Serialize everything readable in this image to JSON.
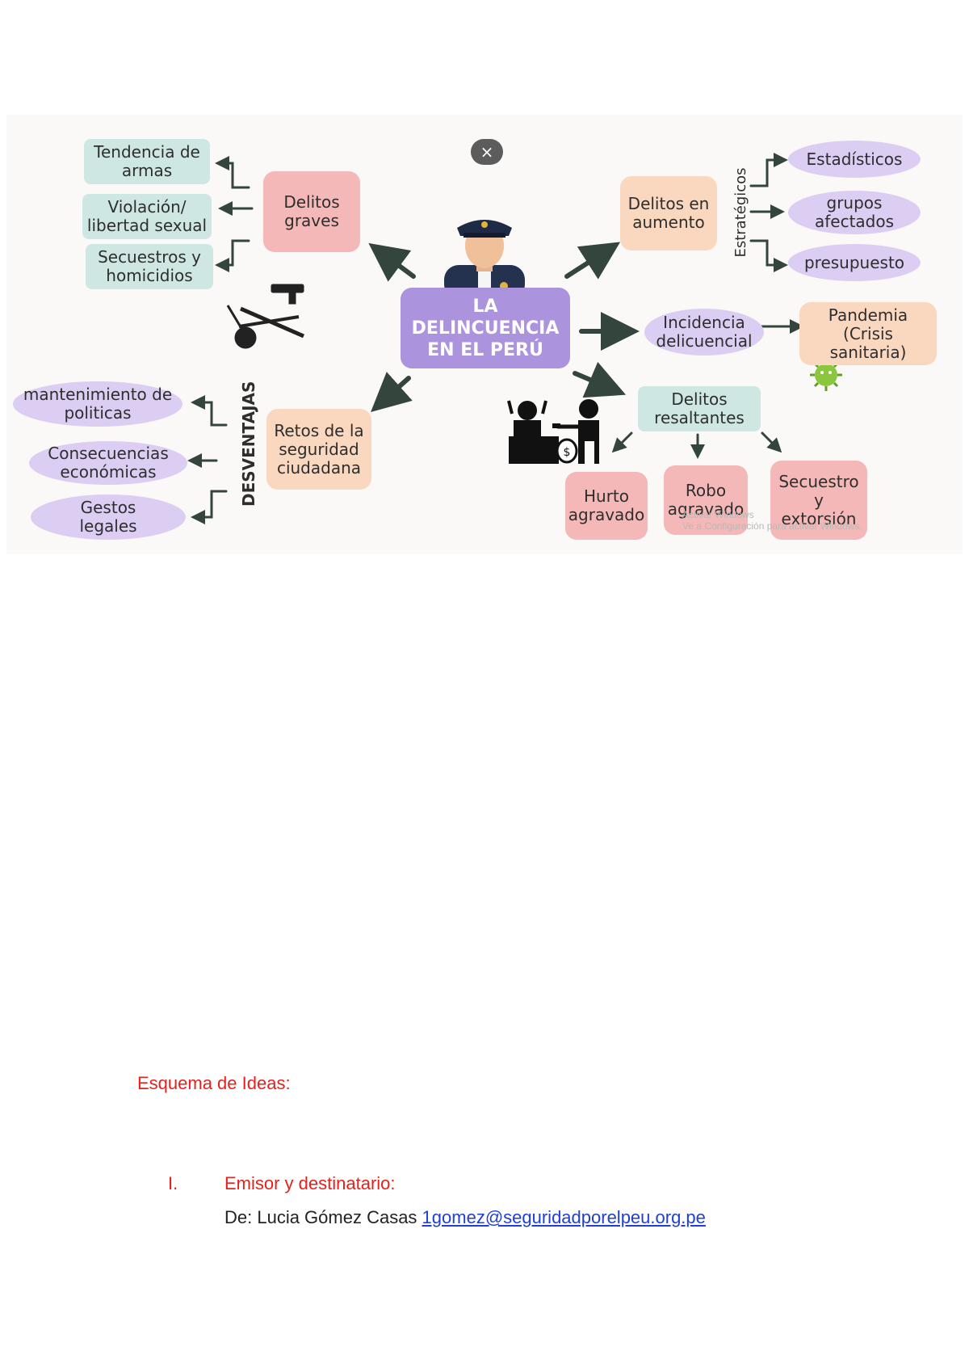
{
  "mindmap": {
    "close_label": "×",
    "center": "LA DELINCUENCIA\nEN EL PERÚ",
    "delitos_graves": {
      "title": "Delitos\ngraves",
      "items": [
        "Tendencia de\narmas",
        "Violación/\nlibertad sexual",
        "Secuestros y\nhomicidios"
      ]
    },
    "delitos_aumento": {
      "title": "Delitos en\naumento",
      "group_label": "Estratégicos",
      "items": [
        "Estadísticos",
        "grupos\nafectados",
        "presupuesto"
      ]
    },
    "incidencia": {
      "title": "Incidencia\ndelicuencial",
      "result": "Pandemia\n(Crisis\nsanitaria)"
    },
    "retos": {
      "title": "Retos de la\nseguridad\nciudadana",
      "group_label": "DESVENTAJAS",
      "items": [
        "mantenimiento de\npoliticas",
        "Consecuencias\neconómicas",
        "Gestos\nlegales"
      ]
    },
    "resaltantes": {
      "title": "Delitos\nresaltantes",
      "items": [
        "Hurto\nagravado",
        "Robo\nagravado",
        "Secuestro\ny\nextorsión"
      ]
    },
    "watermark": "Activar Windows\nVe a Configuración para activar Windows."
  },
  "document": {
    "section_heading": "Esquema de Ideas:",
    "list_number": "I.",
    "list_heading": "Emisor y destinatario:",
    "from_label": "De: Lucia Gómez Casas ",
    "email": "1gomez@seguridadporelpeu.org.pe"
  },
  "colors": {
    "heading_red": "#e8201b",
    "link_blue": "#1f3fd6",
    "center_purple": "#ab93dd",
    "teal_box": "#cfe7e2",
    "pink_box": "#f4b8b8",
    "peach_box": "#fad7bf",
    "lavender_oval": "#dccdf3"
  }
}
